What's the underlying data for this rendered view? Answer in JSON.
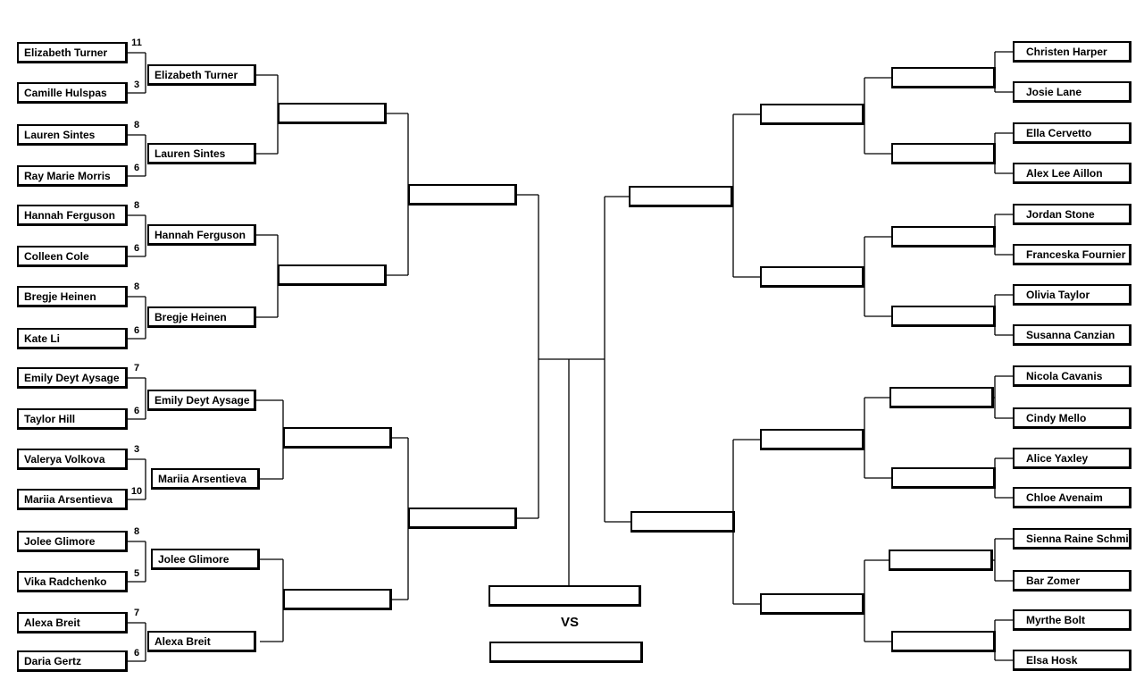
{
  "left": {
    "round1": [
      {
        "name": "Elizabeth Turner",
        "score": "11"
      },
      {
        "name": "Camille Hulspas",
        "score": "3"
      },
      {
        "name": "Lauren Sintes",
        "score": "8"
      },
      {
        "name": "Ray Marie Morris",
        "score": "6"
      },
      {
        "name": "Hannah Ferguson",
        "score": "8"
      },
      {
        "name": "Colleen Cole",
        "score": "6"
      },
      {
        "name": "Bregje Heinen",
        "score": "8"
      },
      {
        "name": "Kate Li",
        "score": "6"
      },
      {
        "name": "Emily Deyt Aysage",
        "score": "7"
      },
      {
        "name": "Taylor Hill",
        "score": "6"
      },
      {
        "name": "Valerya Volkova",
        "score": "3"
      },
      {
        "name": "Mariia Arsentieva",
        "score": "10"
      },
      {
        "name": "Jolee Glimore",
        "score": "8"
      },
      {
        "name": "Vika Radchenko",
        "score": "5"
      },
      {
        "name": "Alexa Breit",
        "score": "7"
      },
      {
        "name": "Daria Gertz",
        "score": "6"
      }
    ],
    "round2": [
      "Elizabeth Turner",
      "Lauren Sintes",
      "Hannah Ferguson",
      "Bregje Heinen",
      "Emily Deyt Aysage",
      "Mariia Arsentieva",
      "Jolee Glimore",
      "Alexa Breit"
    ],
    "round3": [
      "",
      "",
      "",
      ""
    ],
    "round4": [
      "",
      ""
    ]
  },
  "right": {
    "round1": [
      "Christen Harper",
      "Josie Lane",
      "Ella Cervetto",
      "Alex Lee Aillon",
      "Jordan Stone",
      "Franceska Fournier",
      "Olivia Taylor",
      "Susanna Canzian",
      "Nicola Cavanis",
      "Cindy Mello",
      "Alice Yaxley",
      "Chloe Avenaim",
      "Sienna Raine Schmidt",
      "Bar Zomer",
      "Myrthe Bolt",
      "Elsa Hosk"
    ],
    "round2": [
      "",
      "",
      "",
      "",
      "",
      "",
      "",
      ""
    ],
    "round3": [
      "",
      "",
      "",
      ""
    ],
    "round4": [
      "",
      ""
    ]
  },
  "final": {
    "top": "",
    "vs_label": "VS",
    "bottom": ""
  }
}
